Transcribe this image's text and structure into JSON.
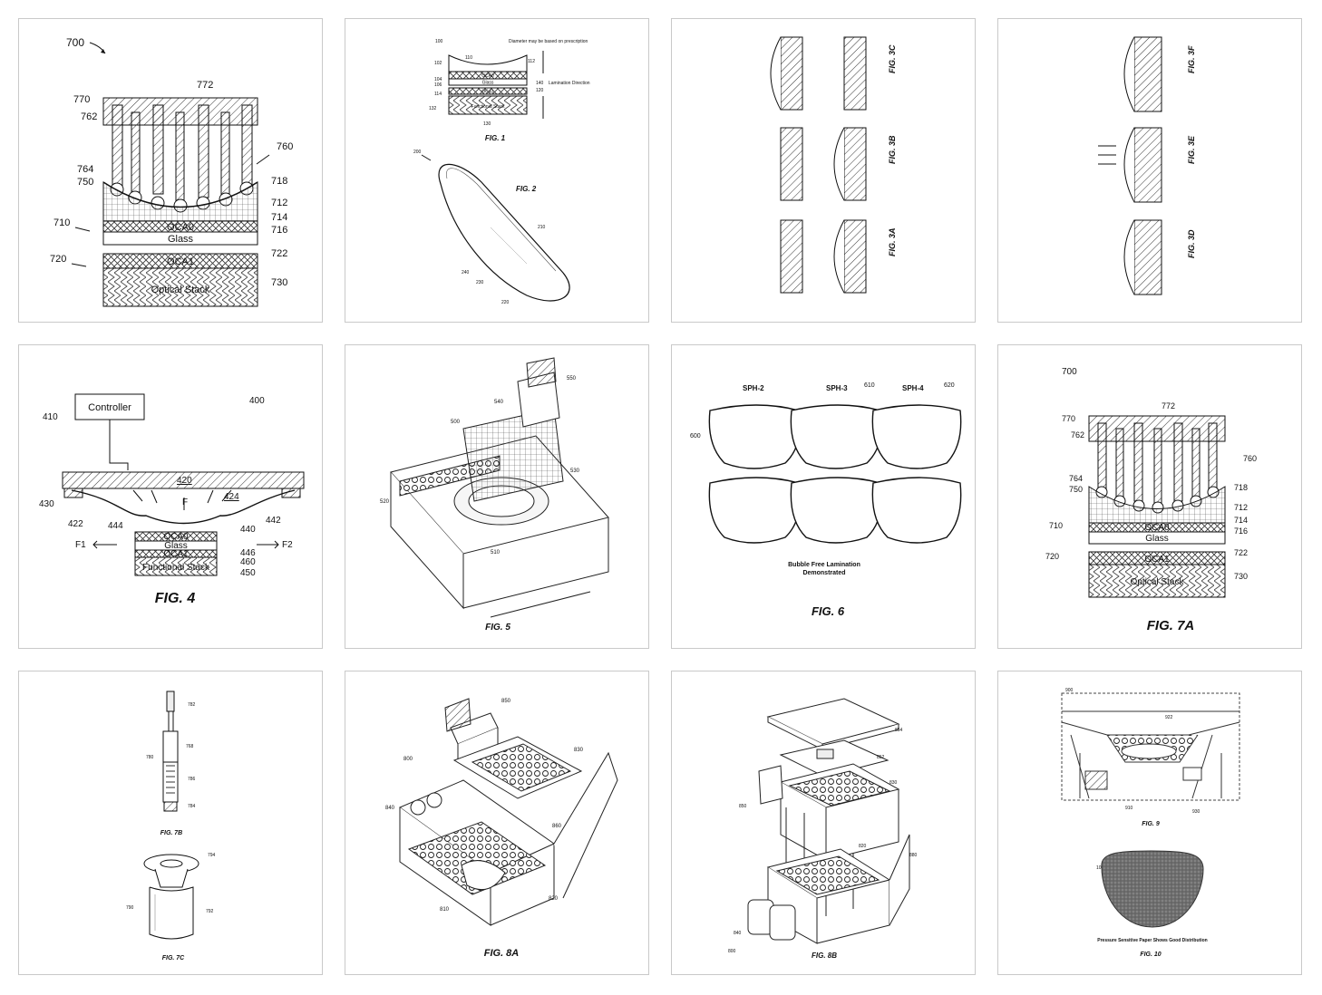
{
  "panels": {
    "p700": {
      "ref_main": "700",
      "ref_710": "710",
      "ref_720": "720",
      "labels": [
        "770",
        "772",
        "762",
        "760",
        "764",
        "750",
        "718",
        "712",
        "714",
        "716",
        "722",
        "730"
      ],
      "oca0": "OCA0",
      "glass": "Glass",
      "oca1": "OCA1",
      "optical_stack": "Optical Stack"
    },
    "p1": {
      "ref_100": "100",
      "note": "Diameter may be based on prescription",
      "labels": [
        "110",
        "112",
        "102",
        "104",
        "106",
        "114",
        "132",
        "140",
        "120",
        "130"
      ],
      "oca_top": "OCA0",
      "glass": "Glass",
      "oca_bot": "OCA1",
      "func": "Functional Stack",
      "lamination": "Lamination Direction",
      "rx": "Rx",
      "fig1": "FIG. 1",
      "ref_200": "200",
      "fig2": "FIG. 2",
      "labels2": [
        "210",
        "240",
        "230",
        "220"
      ]
    },
    "p3abc": {
      "fig3a": "FIG. 3A",
      "fig3b": "FIG. 3B",
      "fig3c": "FIG. 3C"
    },
    "p3def": {
      "fig3d": "FIG. 3D",
      "fig3e": "FIG. 3E",
      "fig3f": "FIG. 3F"
    },
    "p4": {
      "controller": "Controller",
      "ref_410": "410",
      "ref_400": "400",
      "ref_420": "420",
      "ref_424": "424",
      "ref_430": "430",
      "ref_422": "422",
      "ref_442": "442",
      "ref_444": "444",
      "ref_440": "440",
      "ref_446": "446",
      "ref_460": "460",
      "ref_450": "450",
      "F": "F",
      "F1": "F1",
      "F2": "F2",
      "oca0": "OCA0",
      "glass": "Glass",
      "oca1": "OCA1",
      "func": "Functional Stack",
      "fig": "FIG. 4"
    },
    "p5": {
      "ref_500": "500",
      "ref_550": "550",
      "ref_540": "540",
      "ref_530": "530",
      "ref_520": "520",
      "ref_510": "510",
      "fig": "FIG. 5"
    },
    "p6": {
      "sph2": "SPH-2",
      "sph3": "SPH-3",
      "sph4": "SPH-4",
      "ref_610": "610",
      "ref_620": "620",
      "ref_600": "600",
      "caption1": "Bubble Free Lamination",
      "caption2": "Demonstrated",
      "fig": "FIG. 6"
    },
    "p7a": {
      "ref_main": "700",
      "ref_710": "710",
      "ref_720": "720",
      "labels": [
        "770",
        "772",
        "762",
        "760",
        "764",
        "750",
        "718",
        "712",
        "714",
        "716",
        "722",
        "730"
      ],
      "oca0": "OCA0",
      "glass": "Glass",
      "oca1": "OCA1",
      "optical_stack": "Optical Stack",
      "fig": "FIG. 7A"
    },
    "p7bc": {
      "fig7b": "FIG. 7B",
      "fig7c": "FIG. 7C",
      "labels": [
        "782",
        "768",
        "780",
        "786",
        "784",
        "794",
        "790",
        "792"
      ]
    },
    "p8a": {
      "ref_850": "850",
      "ref_800": "800",
      "ref_830": "830",
      "ref_840": "840",
      "ref_860": "860",
      "ref_810": "810",
      "ref_820": "820",
      "fig": "FIG. 8A"
    },
    "p8b": {
      "ref_854": "854",
      "ref_852": "852",
      "ref_830": "830",
      "ref_850": "850",
      "ref_820": "820",
      "ref_880": "880",
      "ref_840": "840",
      "ref_800": "800",
      "fig": "FIG. 8B"
    },
    "p910": {
      "ref_900": "900",
      "ref_922": "922",
      "ref_910": "910",
      "ref_930": "930",
      "fig9": "FIG. 9",
      "ref_1000": "1000",
      "caption": "Pressure Sensitive Paper Shows Good Distribution",
      "fig10": "FIG. 10"
    }
  }
}
